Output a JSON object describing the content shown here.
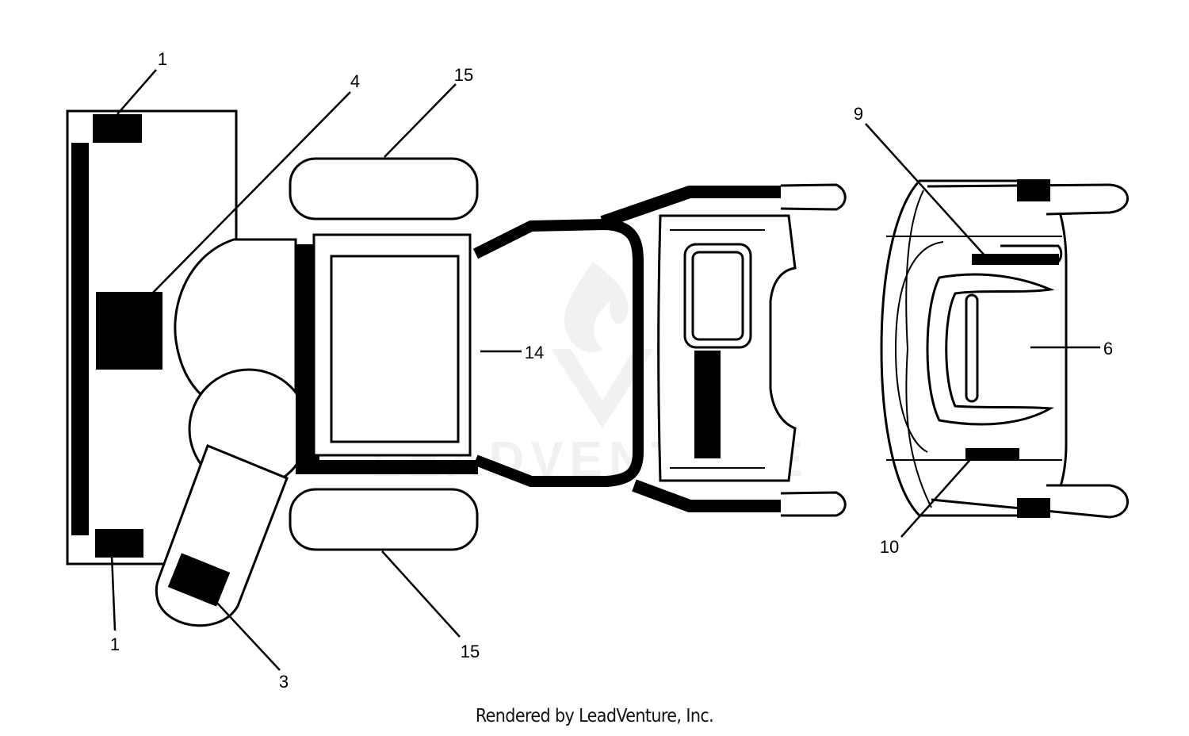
{
  "callouts": {
    "c1_top": "1",
    "c4": "4",
    "c15_top": "15",
    "c9": "9",
    "c14": "14",
    "c6": "6",
    "c10": "10",
    "c1_bottom": "1",
    "c3": "3",
    "c15_bottom": "15"
  },
  "watermark": "LEADVENTURE",
  "footer": "Rendered by LeadVenture, Inc."
}
